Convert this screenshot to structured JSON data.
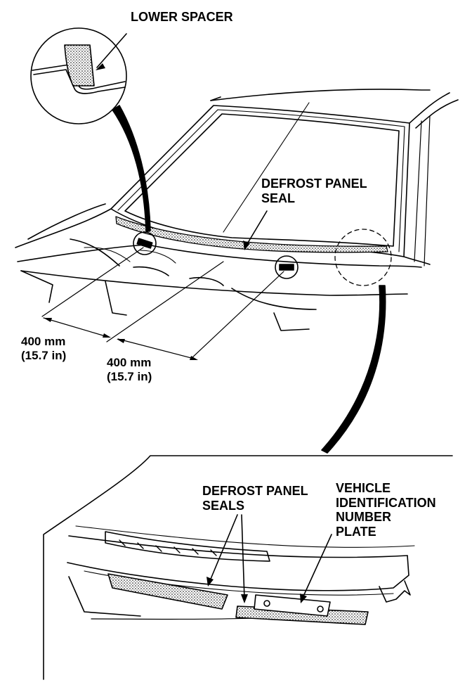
{
  "labels": {
    "lower_spacer": "LOWER SPACER",
    "defrost_seal": [
      "DEFROST PANEL",
      "SEAL"
    ],
    "dimension_1": [
      "400 mm",
      "(15.7 in)"
    ],
    "dimension_2": [
      "400 mm",
      "(15.7 in)"
    ],
    "defrost_seals": [
      "DEFROST PANEL",
      "SEALS"
    ],
    "vin_plate": [
      "VEHICLE",
      "IDENTIFICATION",
      "NUMBER",
      "PLATE"
    ]
  },
  "colors": {
    "ink": "#000000",
    "paper": "#ffffff"
  }
}
